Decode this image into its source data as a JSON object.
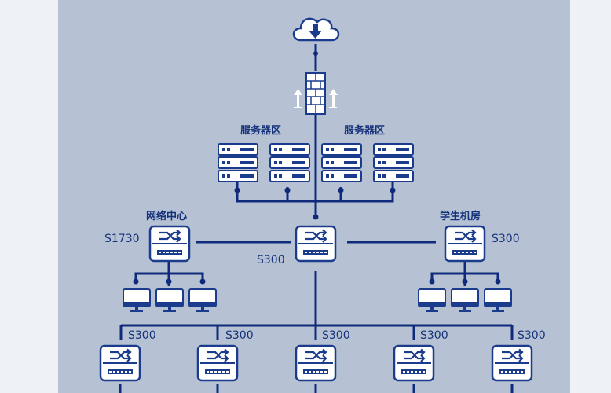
{
  "labels": {
    "server_zone_left": "服务器区",
    "server_zone_right": "服务器区",
    "network_center": "网络中心",
    "student_lab": "学生机房"
  },
  "switch_models": {
    "network_center": "S1730",
    "core": "S300",
    "student_lab": "S300",
    "access_1": "S300",
    "access_2": "S300",
    "access_3": "S300",
    "access_4": "S300",
    "access_5": "S300"
  },
  "icons": [
    "cloud-download-icon",
    "firewall-icon",
    "server-icon",
    "switch-icon",
    "monitor-icon"
  ],
  "colors": {
    "line": "#0f2a7a",
    "panel": "#b6c2d4",
    "device_fill": "#ffffff",
    "device_stroke": "#1b3c8c",
    "label": "#16327a"
  }
}
